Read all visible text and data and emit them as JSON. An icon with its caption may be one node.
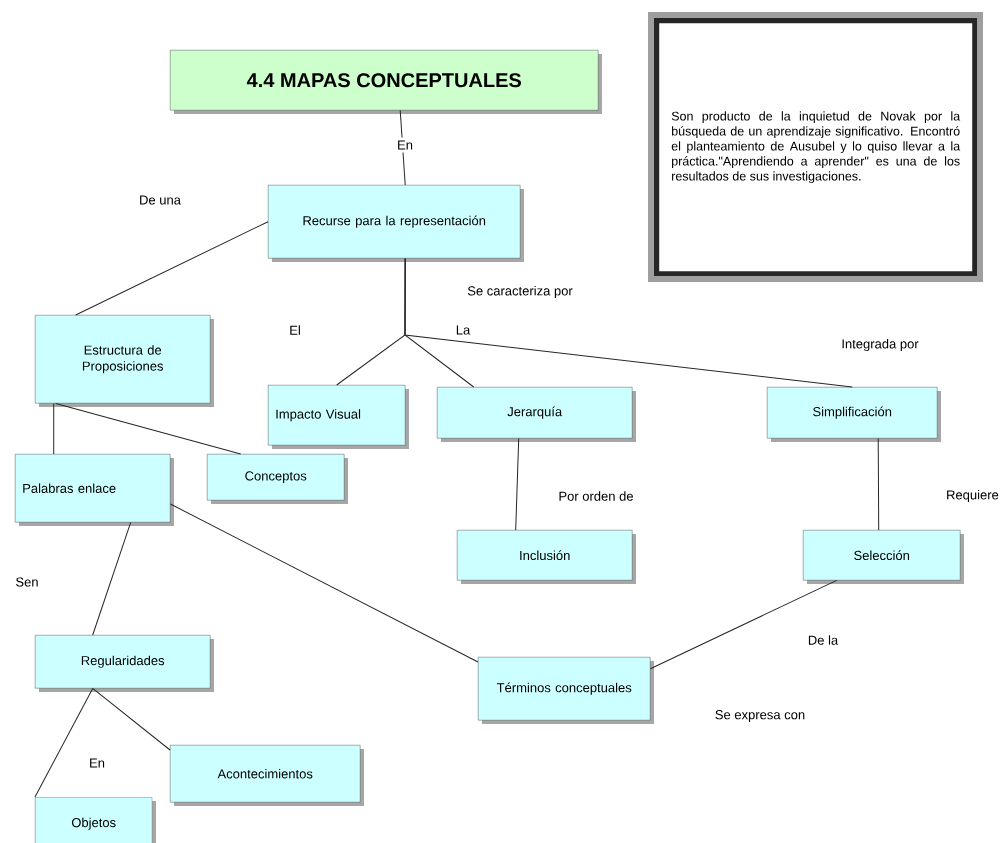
{
  "diagram": {
    "nodes": [
      {
        "text": [
          "4.4 MAPAS CONCEPTUALES"
        ]
      },
      {
        "text": [
          "Son producto de la inquietud de Novak por la búsqueda de un aprendizaje significativo. Encontró el planteamiento de Ausubel y lo quiso llevar a la práctica.\"Aprendiendo a aprender\" es una de los resultados de sus investigaciones."
        ]
      },
      {
        "text": [
          "Recurse para la representación"
        ]
      },
      {
        "text": [
          "Estructura de Proposiciones"
        ]
      },
      {
        "text": [
          "Impacto Visual"
        ]
      },
      {
        "text": [
          "Jerarquía"
        ]
      },
      {
        "text": [
          "Simplificación"
        ]
      },
      {
        "text": [
          "Palabras enlace"
        ]
      },
      {
        "text": [
          "Conceptos"
        ]
      },
      {
        "text": [
          "Inclusión"
        ]
      },
      {
        "text": [
          "Selección"
        ]
      },
      {
        "text": [
          "Regularidades"
        ]
      },
      {
        "text": [
          "Términos conceptuales"
        ]
      },
      {
        "text": [
          "Acontecimientos"
        ]
      },
      {
        "text": [
          "Objetos"
        ]
      }
    ],
    "edges": [
      {
        "from": 0,
        "to": 2,
        "arrow": "none",
        "label": "En"
      },
      {
        "from": 2,
        "to": 3,
        "arrow": "none"
      },
      {
        "from": 2,
        "to": 4,
        "arrow": "none"
      },
      {
        "from": 2,
        "to": 5,
        "arrow": "none"
      },
      {
        "from": 2,
        "to": 6,
        "arrow": "none"
      },
      {
        "from": 3,
        "to": 7,
        "arrow": "none"
      },
      {
        "from": 3,
        "to": 8,
        "arrow": "none"
      },
      {
        "from": 5,
        "to": 9,
        "arrow": "none"
      },
      {
        "from": 6,
        "to": 10,
        "arrow": "none"
      },
      {
        "from": 7,
        "to": 12,
        "arrow": "none"
      },
      {
        "from": 10,
        "to": 12,
        "arrow": "none"
      },
      {
        "from": 7,
        "to": 11,
        "arrow": "none"
      },
      {
        "from": 11,
        "to": 14,
        "arrow": "none"
      },
      {
        "from": 11,
        "to": 13,
        "arrow": "none"
      }
    ],
    "labels": [
      "De una",
      "Se caracteriza por",
      "El",
      "La",
      "Integrada por",
      "Por orden de",
      "Requiere",
      "Sen",
      "De la",
      "Se expresa con",
      "En"
    ]
  }
}
